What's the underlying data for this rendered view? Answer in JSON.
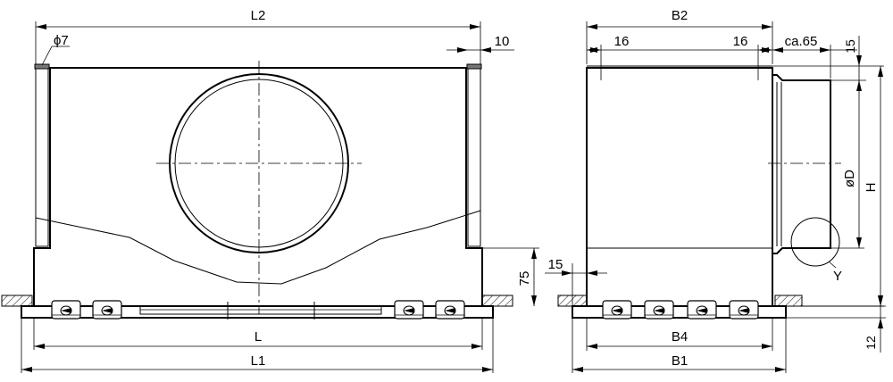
{
  "front_view": {
    "labels": {
      "L2": "L2",
      "phi7": "ϕ7",
      "d10": "10",
      "d75": "75",
      "L": "L",
      "L1": "L1"
    }
  },
  "side_view": {
    "labels": {
      "B2": "B2",
      "d16_left": "16",
      "d16_right": "16",
      "ca65": "ca.65",
      "d15_top": "15",
      "phiD": "øD",
      "H": "H",
      "Y": "Y",
      "d15_left": "15",
      "B4": "B4",
      "B1": "B1",
      "d12": "12"
    }
  }
}
